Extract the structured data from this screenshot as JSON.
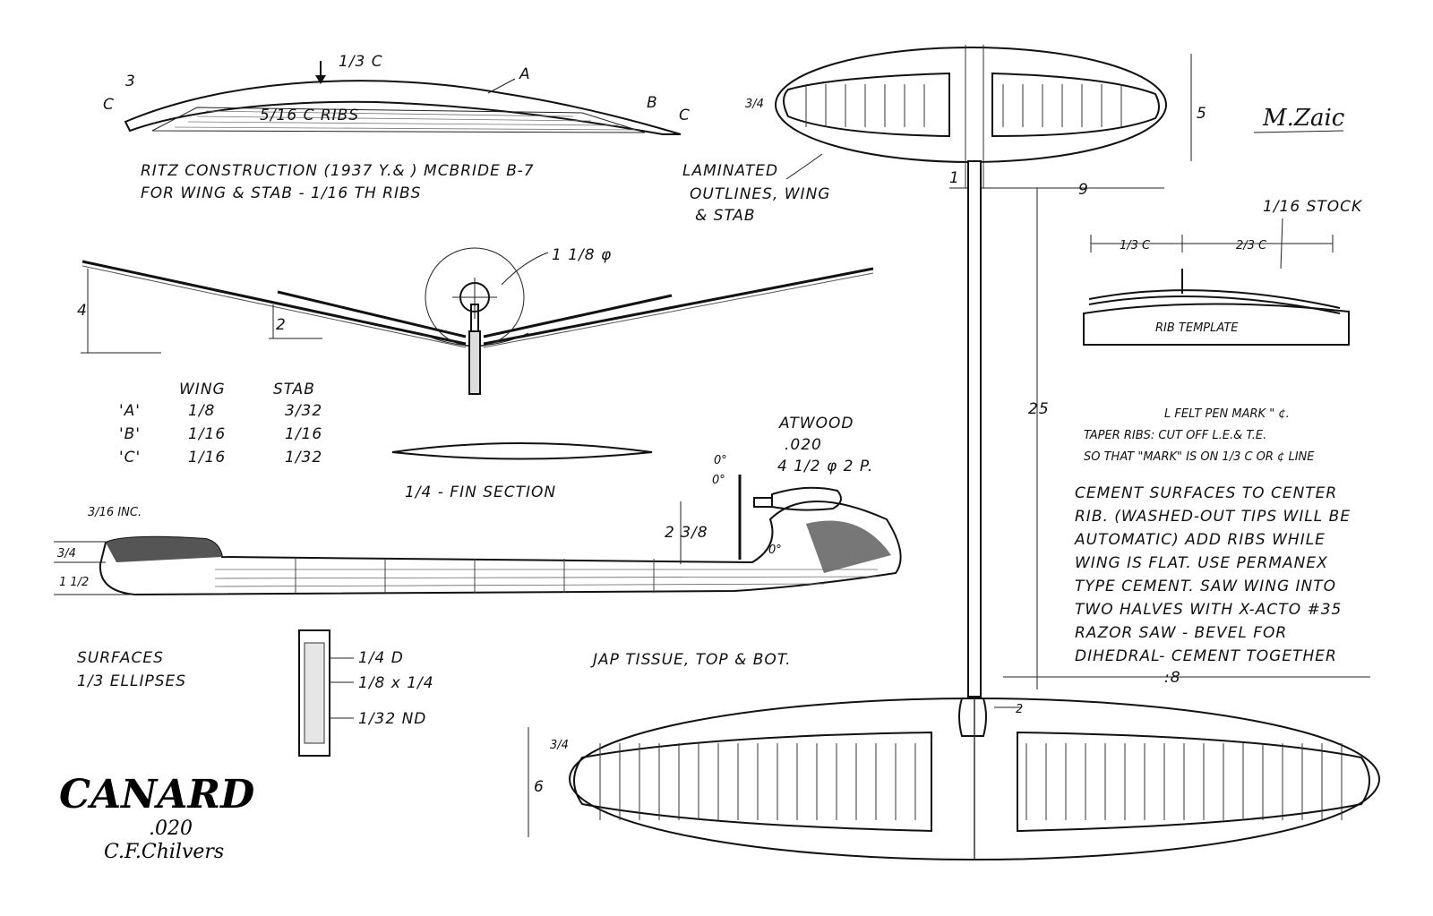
{
  "title": {
    "name": "CANARD",
    "engine": ".020",
    "designer": "C.F.Chilvers"
  },
  "signature": "M.Zaic",
  "notes": {
    "rib_section": {
      "c13": "1/3 C",
      "a": "A",
      "b": "B",
      "c": "C",
      "ribs": "5/16 C RIBS",
      "line1": "RITZ CONSTRUCTION (1937 Y.& ) MCBRIDE B-7",
      "line2": "FOR WING & STAB - 1/16 TH RIBS"
    },
    "laminated": [
      "LAMINATED",
      "OUTLINES, WING",
      "& STAB"
    ],
    "front_view": {
      "prop_dia": "1 1/8 φ",
      "dim_4": "4",
      "dim_2": "2"
    },
    "table": {
      "headers": [
        "",
        "WING",
        "STAB"
      ],
      "rows": [
        [
          "'A'",
          "1/8",
          "3/32"
        ],
        [
          "'B'",
          "1/16",
          "1/16"
        ],
        [
          "'C'",
          "1/16",
          "1/32"
        ]
      ]
    },
    "fin_section": "1/4 - FIN SECTION",
    "engine_info": [
      "ATWOOD",
      ".020",
      "4 1/2 φ 2 P."
    ],
    "side_view": {
      "inc": "3/16 INC.",
      "dim_34": "3/4",
      "dim_112": "1 1/2",
      "dim_238": "2 3/8",
      "angle1": "0°",
      "angle2": "0°",
      "angle3": "0°"
    },
    "surfaces": [
      "SURFACES",
      "1/3 ELLIPSES"
    ],
    "boom_section": {
      "d": "1/4 D",
      "size": "1/8 x 1/4",
      "nd": "1/32 ND"
    },
    "covering": "JAP TISSUE, TOP & BOT.",
    "plan": {
      "stab_34": "3/4",
      "dim_5": "5",
      "dim_1": "1",
      "dim_9": "9",
      "dim_25": "25",
      "dim_18": ":8",
      "dim_2": "2",
      "wing_34": "3/4",
      "dim_6": "6"
    },
    "template": {
      "stock": "1/16 STOCK",
      "c1": "1/3 C",
      "c2": "2/3 C",
      "label": "RIB TEMPLATE"
    },
    "instructions": [
      "L FELT PEN MARK \" ¢.",
      "TAPER RIBS: CUT OFF L.E.& T.E.",
      "SO THAT \"MARK\" IS ON 1/3 C OR ¢ LINE",
      "CEMENT SURFACES TO CENTER",
      "RIB. (WASHED-OUT TIPS WILL BE",
      "AUTOMATIC) ADD RIBS WHILE",
      "WING IS FLAT. USE PERMANEX",
      "TYPE CEMENT. SAW WING INTO",
      "TWO HALVES WITH X-ACTO #35",
      "RAZOR SAW - BEVEL FOR",
      "DIHEDRAL- CEMENT TOGETHER"
    ]
  }
}
